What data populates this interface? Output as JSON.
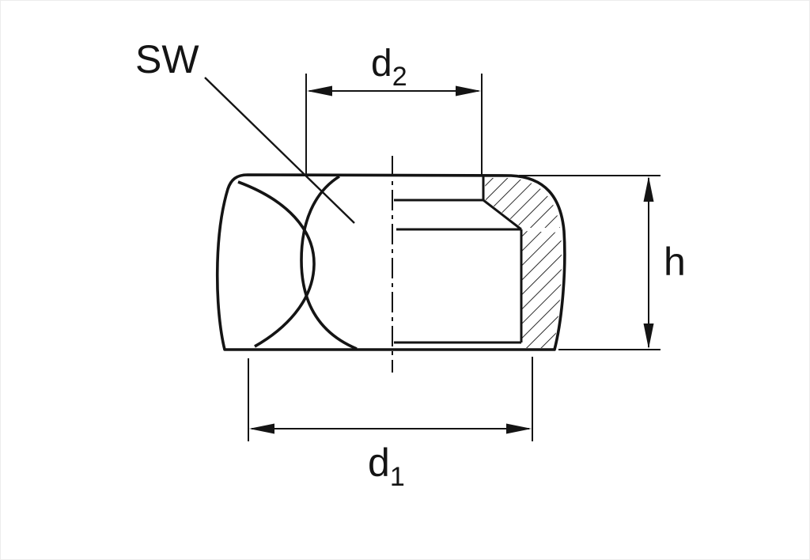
{
  "labels": {
    "wrench_size": "SW",
    "top_diameter": {
      "main": "d",
      "sub": "2"
    },
    "base_diameter": {
      "main": "d",
      "sub": "1"
    },
    "height": "h"
  },
  "colors": {
    "line": "#141414",
    "background": "#ffffff"
  }
}
